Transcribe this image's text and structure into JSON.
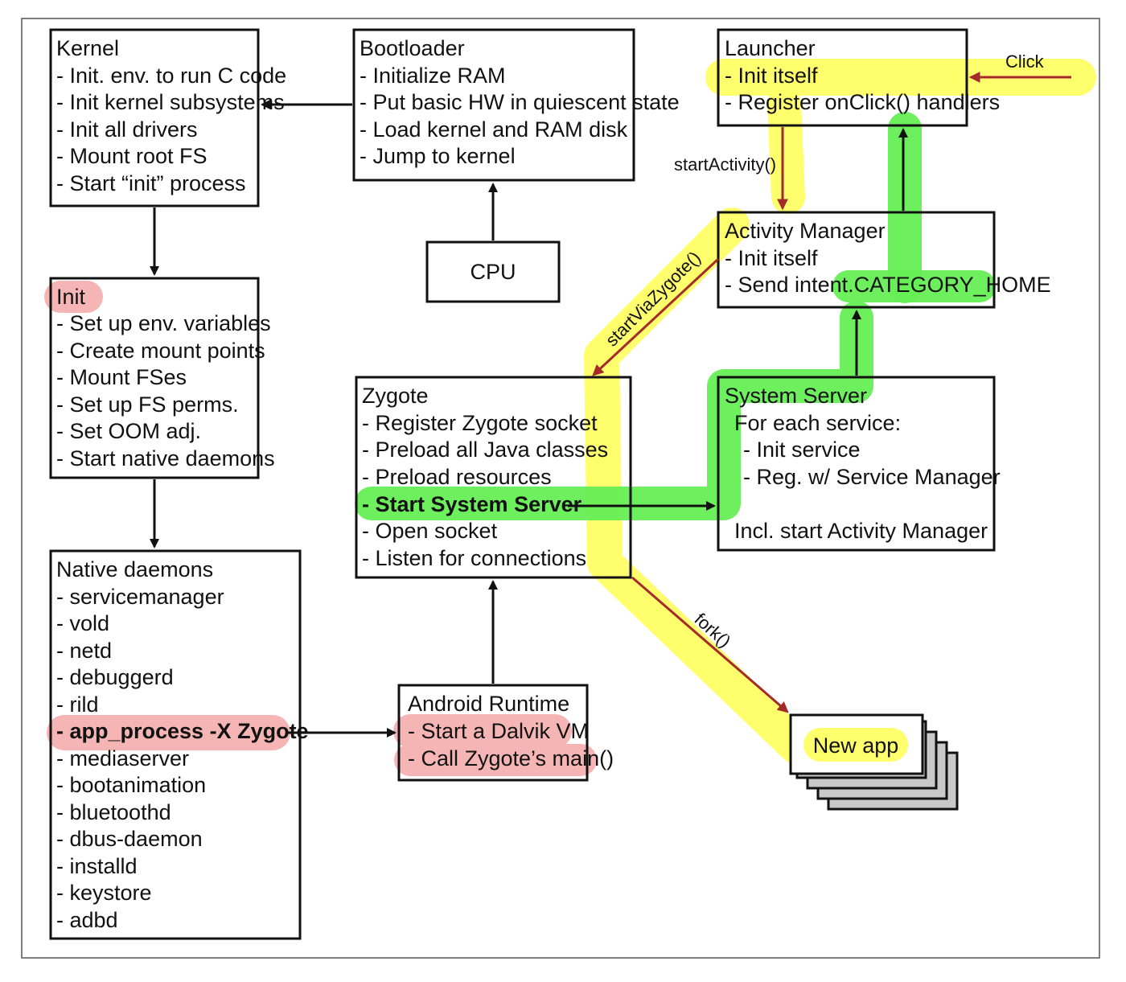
{
  "nodes": {
    "kernel": {
      "title": "Kernel",
      "items": [
        "- Init. env. to run C code",
        "- Init kernel subsystems",
        "- Init all drivers",
        "- Mount root FS",
        "- Start “init” process"
      ]
    },
    "bootloader": {
      "title": "Bootloader",
      "items": [
        "- Initialize RAM",
        "- Put basic HW in quiescent state",
        "- Load kernel and RAM disk",
        "- Jump to kernel"
      ]
    },
    "cpu": {
      "title": "CPU"
    },
    "launcher": {
      "title": "Launcher",
      "items": [
        "- Init itself",
        "- Register onClick() handlers"
      ]
    },
    "init": {
      "title": "Init",
      "items": [
        "- Set up env. variables",
        "- Create mount points",
        "- Mount FSes",
        "- Set up FS perms.",
        "- Set OOM adj.",
        "- Start native daemons"
      ]
    },
    "activity_manager": {
      "title": "Activity Manager",
      "items": [
        "- Init itself",
        "- Send intent.CATEGORY_HOME"
      ]
    },
    "zygote": {
      "title": "Zygote",
      "items": [
        "- Register Zygote socket",
        "- Preload all Java classes",
        "- Preload resources",
        "- Start System Server",
        "- Open socket",
        "- Listen for connections"
      ]
    },
    "system_server": {
      "title": "System Server",
      "items": [
        "For each service:",
        "- Init service",
        "- Reg. w/ Service Manager",
        "Incl. start Activity Manager"
      ]
    },
    "native_daemons": {
      "title": "Native daemons",
      "items": [
        "- servicemanager",
        "- vold",
        "- netd",
        "- debuggerd",
        "- rild",
        "- app_process -X Zygote",
        "- mediaserver",
        "- bootanimation",
        "- bluetoothd",
        "- dbus-daemon",
        "- installd",
        "- keystore",
        "- adbd"
      ]
    },
    "android_runtime": {
      "title": "Android Runtime",
      "items": [
        "- Start a Dalvik VM",
        "- Call Zygote’s main()"
      ]
    },
    "new_app": {
      "title": "New app"
    }
  },
  "edge_labels": {
    "click": "Click",
    "start_activity": "startActivity()",
    "start_via_zygote": "startViaZygote()",
    "fork": "fork()"
  },
  "colors": {
    "yellow_highlight": "#ffff66",
    "green_highlight": "#66ee55",
    "red_highlight": "#f5b5b5",
    "black_arrow": "#111111",
    "red_arrow": "#a52a2a",
    "stack_shadow": "#c8c8c8"
  }
}
